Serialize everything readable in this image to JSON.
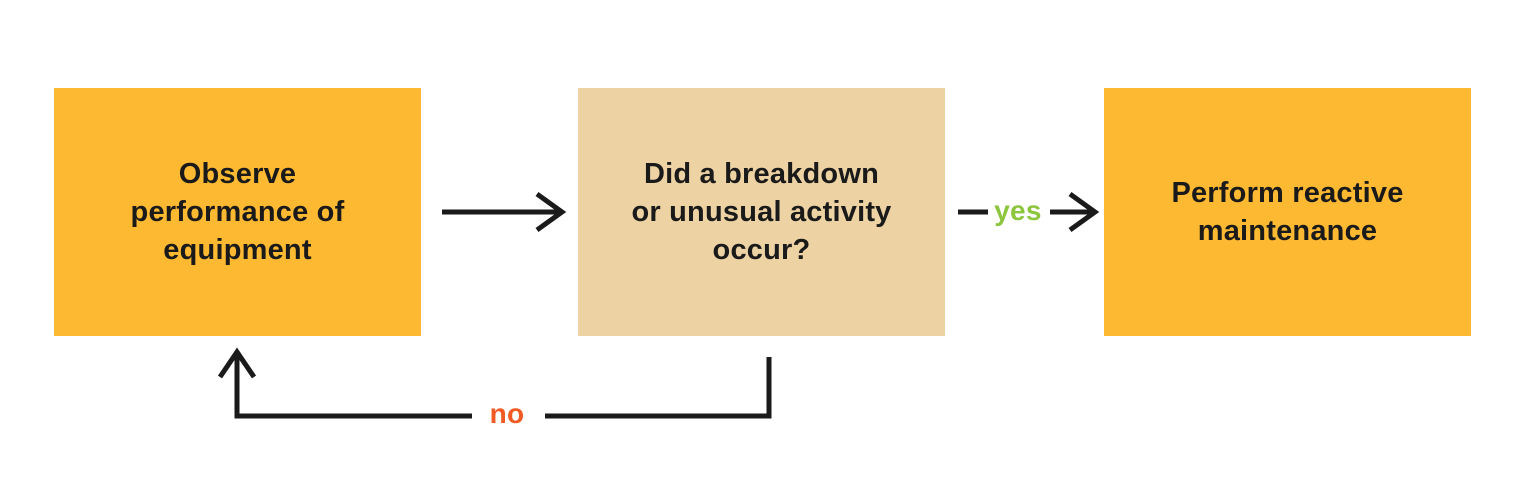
{
  "diagram": {
    "type": "flowchart",
    "background": "#FFFFFF",
    "line_color": "#1A1A1A",
    "nodes": [
      {
        "id": "observe",
        "label": "Observe\nperformance of\nequipment",
        "shape": "rectangle",
        "fill": "#FDB931",
        "text_color": "#1A1A1A"
      },
      {
        "id": "decision",
        "label": "Did a breakdown\nor unusual activity\noccur?",
        "shape": "rectangle",
        "fill": "#EDD3A4",
        "text_color": "#1A1A1A"
      },
      {
        "id": "reactive",
        "label": "Perform reactive\nmaintenance",
        "shape": "rectangle",
        "fill": "#FDB931",
        "text_color": "#1A1A1A"
      }
    ],
    "edges": [
      {
        "from": "observe",
        "to": "decision",
        "label": "",
        "direction": "right"
      },
      {
        "from": "decision",
        "to": "reactive",
        "label": "yes",
        "label_color": "#8CC63F",
        "direction": "right"
      },
      {
        "from": "decision",
        "to": "observe",
        "label": "no",
        "label_color": "#F15A24",
        "direction": "down-left-up"
      }
    ]
  }
}
